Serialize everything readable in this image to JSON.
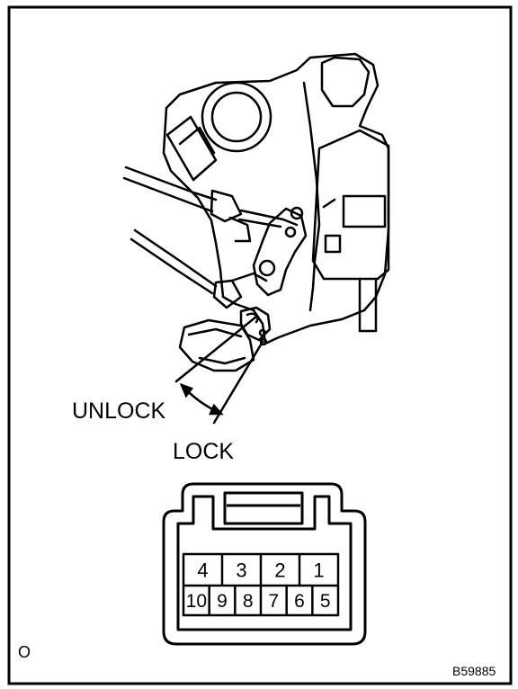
{
  "labels": {
    "unlock": "UNLOCK",
    "lock": "LOCK",
    "corner_mark": "O",
    "figure_id": "B59885"
  },
  "connector": {
    "top_row": [
      "4",
      "3",
      "2",
      "1"
    ],
    "bottom_row": [
      "10",
      "9",
      "8",
      "7",
      "6",
      "5"
    ]
  },
  "colors": {
    "line": "#000000",
    "background": "#ffffff"
  }
}
